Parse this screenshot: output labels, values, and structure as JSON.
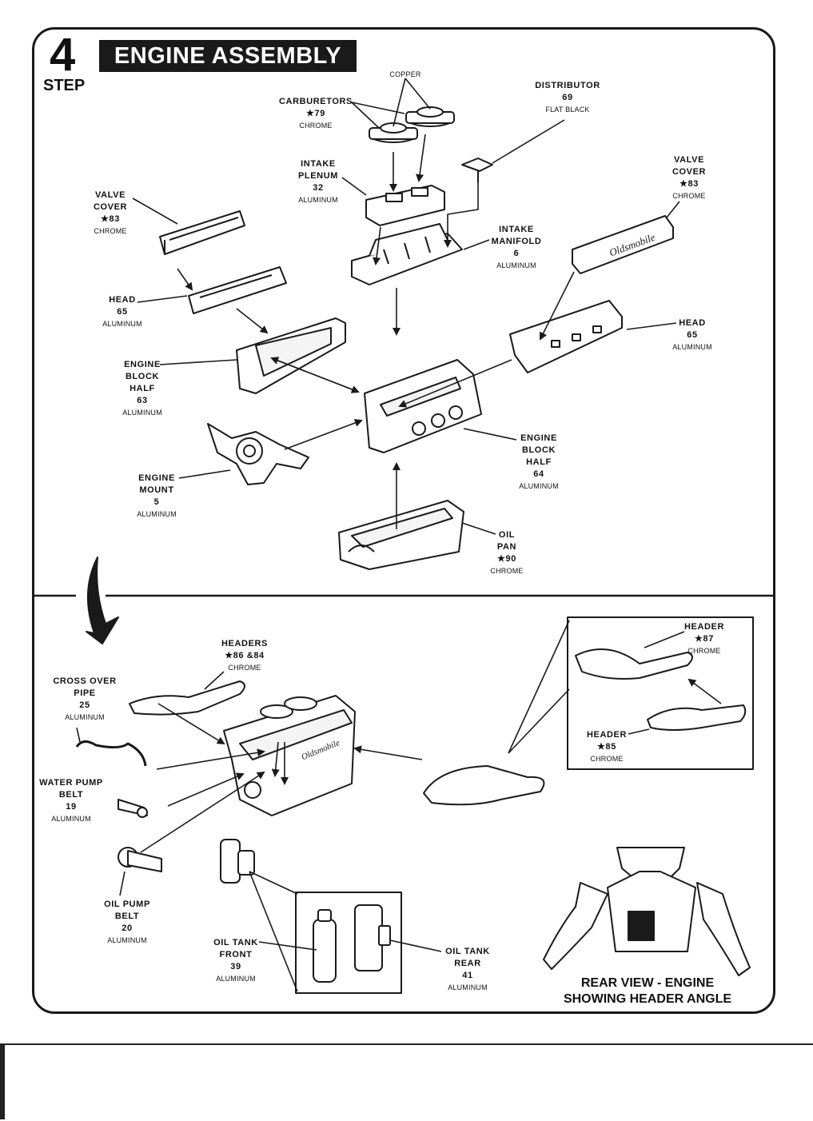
{
  "step": {
    "number": "4",
    "word": "STEP",
    "title": "ENGINE ASSEMBLY"
  },
  "parts": {
    "copper": {
      "finish": "COPPER"
    },
    "carburetors": {
      "name": "CARBURETORS",
      "num": "★79",
      "finish": "CHROME"
    },
    "distributor": {
      "name": "DISTRIBUTOR",
      "num": "69",
      "finish": "FLAT BLACK"
    },
    "intake_plenum": {
      "name1": "INTAKE",
      "name2": "PLENUM",
      "num": "32",
      "finish": "ALUMINUM"
    },
    "valve_cover_left": {
      "name1": "VALVE",
      "name2": "COVER",
      "num": "★83",
      "finish": "CHROME"
    },
    "valve_cover_right": {
      "name1": "VALVE",
      "name2": "COVER",
      "num": "★83",
      "finish": "CHROME"
    },
    "intake_manifold": {
      "name1": "INTAKE",
      "name2": "MANIFOLD",
      "num": "6",
      "finish": "ALUMINUM"
    },
    "head_left": {
      "name": "HEAD",
      "num": "65",
      "finish": "ALUMINUM"
    },
    "head_right": {
      "name": "HEAD",
      "num": "65",
      "finish": "ALUMINUM"
    },
    "engine_block_half_63": {
      "name1": "ENGINE",
      "name2": "BLOCK",
      "name3": "HALF",
      "num": "63",
      "finish": "ALUMINUM"
    },
    "engine_block_half_64": {
      "name1": "ENGINE",
      "name2": "BLOCK",
      "name3": "HALF",
      "num": "64",
      "finish": "ALUMINUM"
    },
    "engine_mount": {
      "name1": "ENGINE",
      "name2": "MOUNT",
      "num": "5",
      "finish": "ALUMINUM"
    },
    "oil_pan": {
      "name1": "OIL",
      "name2": "PAN",
      "num": "★90",
      "finish": "CHROME"
    },
    "headers": {
      "name": "HEADERS",
      "num": "★86 &84",
      "finish": "CHROME"
    },
    "cross_over_pipe": {
      "name1": "CROSS OVER",
      "name2": "PIPE",
      "num": "25",
      "finish": "ALUMINUM"
    },
    "water_pump_belt": {
      "name1": "WATER PUMP",
      "name2": "BELT",
      "num": "19",
      "finish": "ALUMINUM"
    },
    "oil_pump_belt": {
      "name1": "OIL PUMP",
      "name2": "BELT",
      "num": "20",
      "finish": "ALUMINUM"
    },
    "oil_tank_front": {
      "name1": "OIL TANK",
      "name2": "FRONT",
      "num": "39",
      "finish": "ALUMINUM"
    },
    "oil_tank_rear": {
      "name1": "OIL TANK",
      "name2": "REAR",
      "num": "41",
      "finish": "ALUMINUM"
    },
    "header_87": {
      "name": "HEADER",
      "num": "★87",
      "finish": "CHROME"
    },
    "header_85": {
      "name": "HEADER",
      "num": "★85",
      "finish": "CHROME"
    }
  },
  "valve_cover_logo": "Oldsmobile",
  "rear_view_caption": {
    "line1": "REAR VIEW - ENGINE",
    "line2": "SHOWING HEADER ANGLE"
  }
}
